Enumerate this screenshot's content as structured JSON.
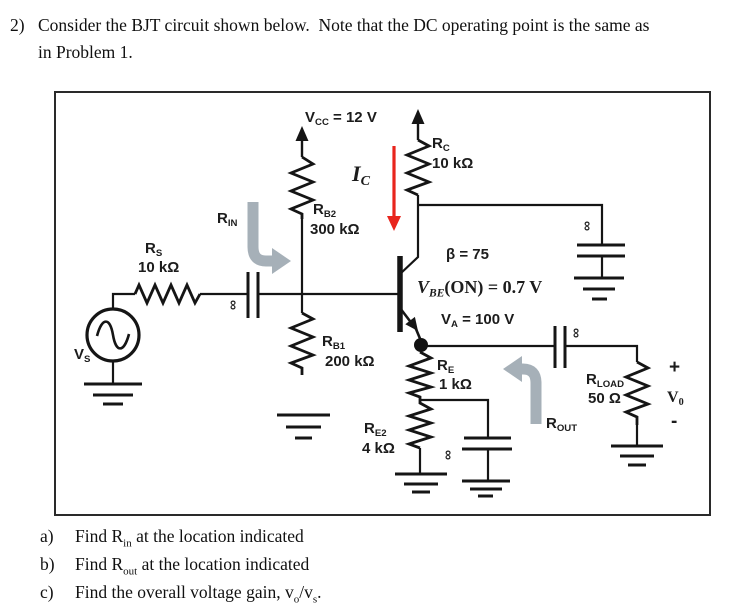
{
  "header": {
    "number": "2)",
    "line1": "Consider the BJT circuit shown below.  Note that the DC operating point is the same as",
    "line2": "in Problem 1."
  },
  "questions": [
    {
      "label": "a)",
      "pre": "Find R",
      "sub": "in",
      "post": " at the location indicated"
    },
    {
      "label": "b)",
      "pre": "Find R",
      "sub": "out",
      "post": " at the location indicated"
    },
    {
      "label": "c)",
      "pre": "Find the overall voltage gain, v",
      "sub": "o",
      "mid": "/v",
      "sub2": "s",
      "post": "."
    }
  ],
  "circuit": {
    "vcc": {
      "pre": "V",
      "sub": "CC",
      "post": " = 12 V"
    },
    "rc": {
      "pre": "R",
      "sub": "C",
      "value": "10 kΩ"
    },
    "ic": {
      "pre": "I",
      "sub": "C"
    },
    "rb2": {
      "pre": "R",
      "sub": "B2",
      "value": "300 kΩ"
    },
    "rb1": {
      "pre": "R",
      "sub": "B1",
      "value": "200 kΩ"
    },
    "rin": {
      "pre": "R",
      "sub": "IN"
    },
    "rout": {
      "pre": "R",
      "sub": "OUT"
    },
    "rs": {
      "pre": "R",
      "sub": "S",
      "value": "10 kΩ"
    },
    "vs": {
      "pre": "V",
      "sub": "S"
    },
    "beta": "β = 75",
    "vbe": {
      "pre": "V",
      "sub": "BE",
      "post": "(ON) = 0.7 V"
    },
    "va": {
      "pre": "V",
      "sub": "A",
      "post": " = 100 V"
    },
    "re": {
      "pre": "R",
      "sub": "E",
      "value": "1 kΩ"
    },
    "re2": {
      "pre": "R",
      "sub": "E2",
      "value": "4 kΩ"
    },
    "rload": {
      "pre": "R",
      "sub": "LOAD",
      "value": "50 Ω"
    },
    "vo": {
      "plus": "+",
      "pre": "V",
      "sub": "0",
      "minus": "-"
    },
    "infinity": "∞",
    "colors": {
      "ic_arrow": "#e8251d",
      "indicator_arrow": "#a6b0b8",
      "ink": "#151515"
    }
  }
}
